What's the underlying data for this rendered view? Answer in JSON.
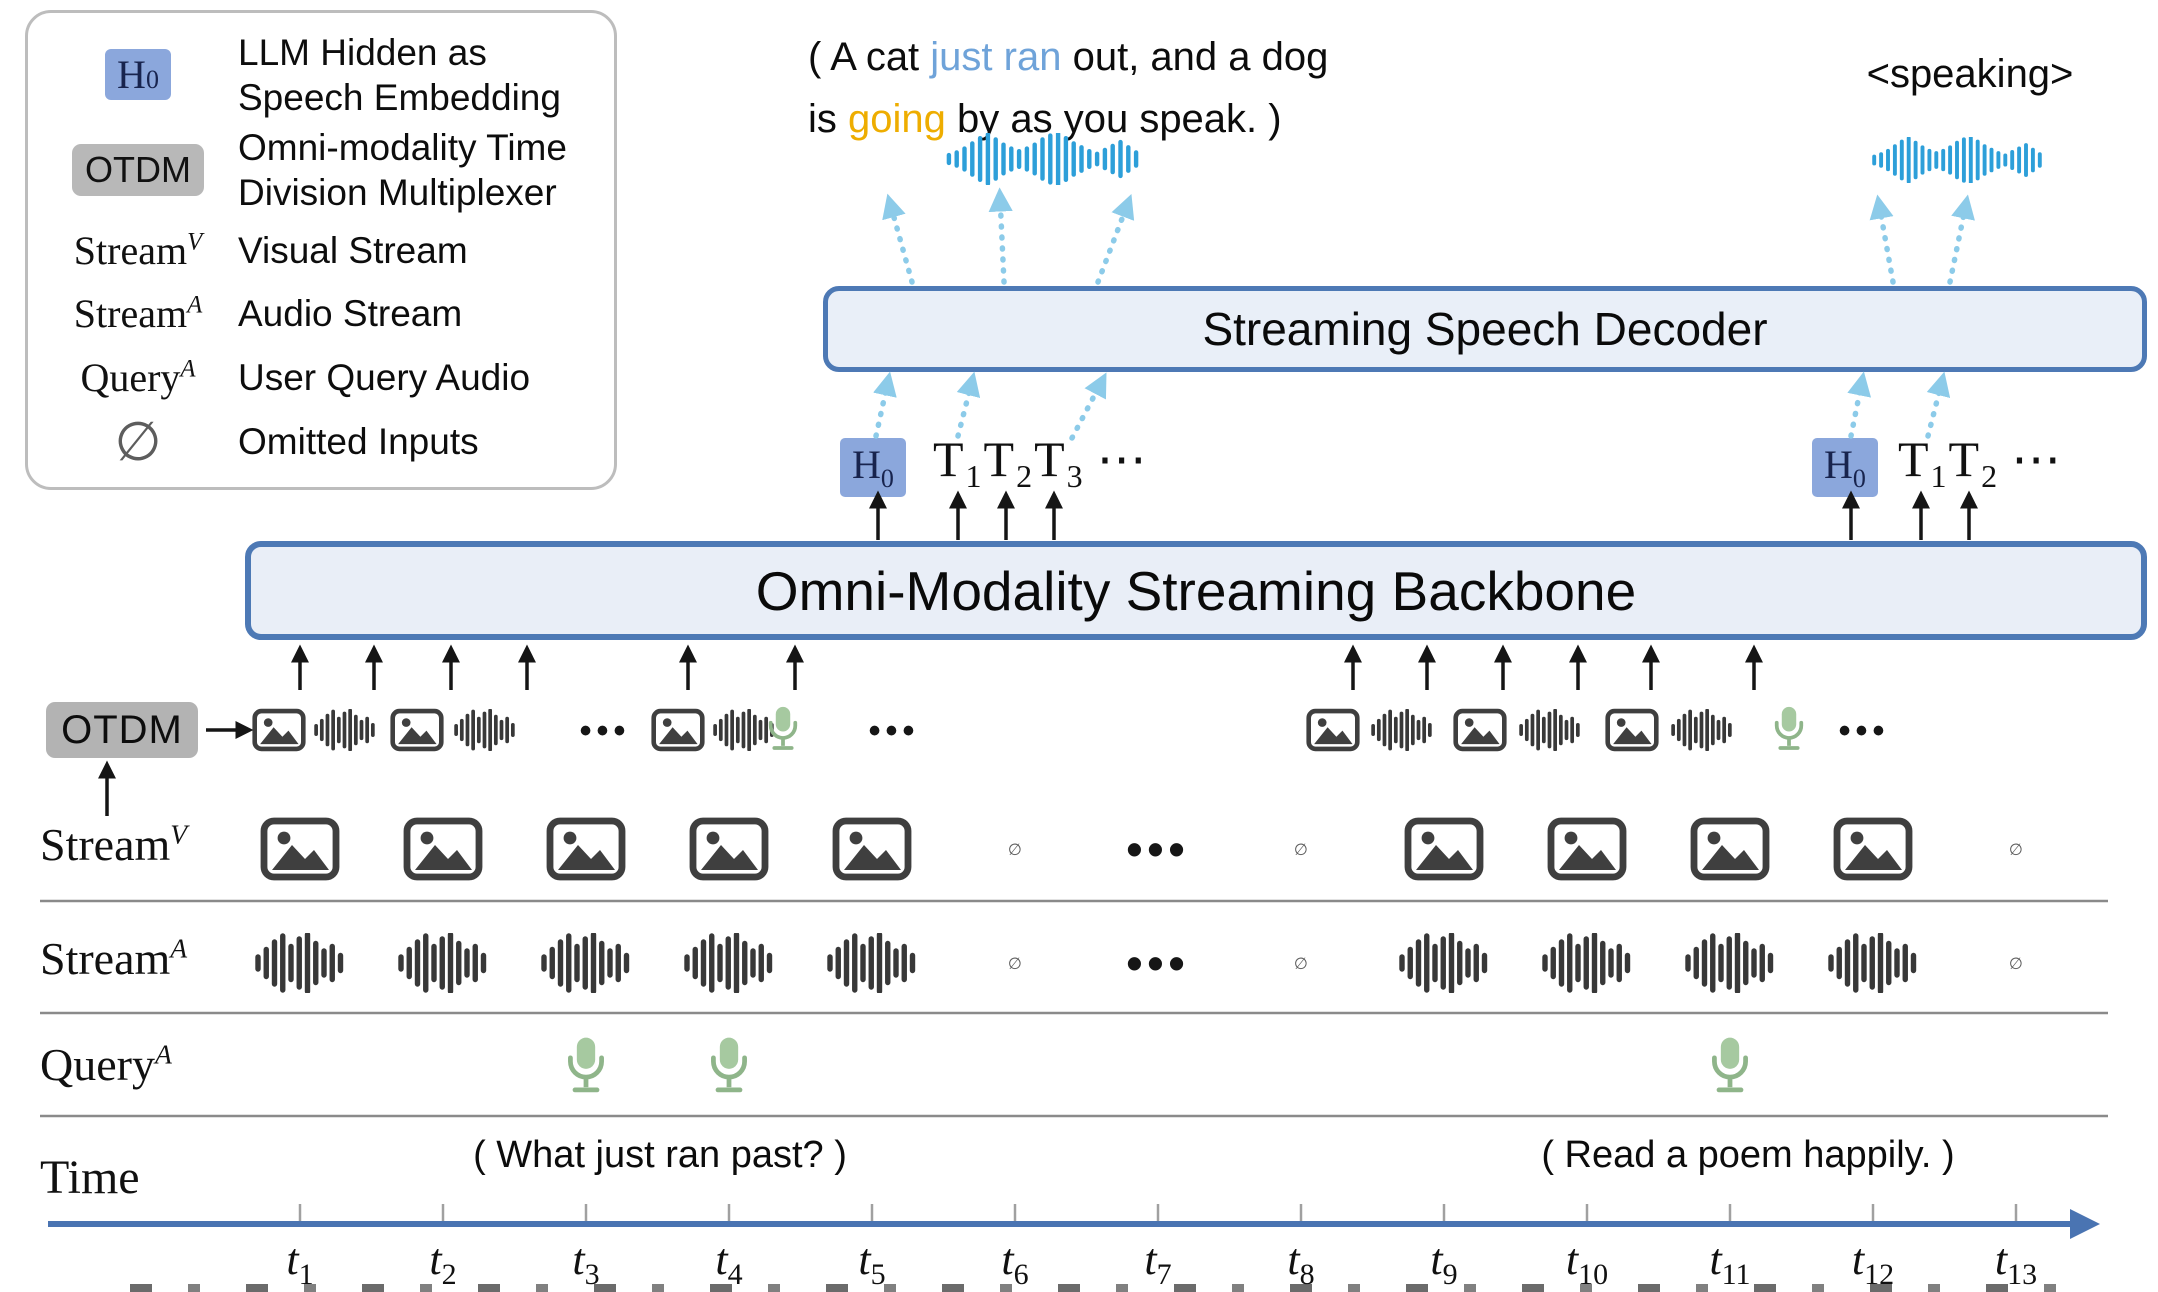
{
  "colors": {
    "box_border_blue": "#4d79b5",
    "box_fill_light": "#e9eef7",
    "h0_chip_bg": "#8ba7dc",
    "otdm_chip_bg": "#b3b3b3",
    "speech_waveform_blue": "#2d9fd9",
    "dashed_arrow_blue": "#8ccbe9",
    "mic_green": "#a6c9a0",
    "highlight_blue_text": "#6fa3d9",
    "highlight_gold_text": "#eead00",
    "timeline_blue": "#4a74b2"
  },
  "legend": {
    "h0": {
      "base": "H",
      "sub": "0",
      "line1": "LLM Hidden as",
      "line2": "Speech Embedding"
    },
    "otdm": {
      "label": "OTDM",
      "line1": "Omni-modality Time",
      "line2": "Division Multiplexer"
    },
    "stream_v": {
      "base": "Stream",
      "sup": "V",
      "desc": "Visual Stream"
    },
    "stream_a": {
      "base": "Stream",
      "sup": "A",
      "desc": "Audio Stream"
    },
    "query_a": {
      "base": "Query",
      "sup": "A",
      "desc": "User Query Audio"
    },
    "omitted": {
      "glyph": "∅",
      "desc": "Omitted Inputs"
    }
  },
  "speech_output_left": {
    "line1": {
      "p1": "( A cat ",
      "p2": "just ran",
      "p3": " out, and a dog"
    },
    "line2": {
      "p1": "is ",
      "p2": "going",
      "p3": " by as you speak. )"
    }
  },
  "speech_output_right": {
    "label": "<speaking>"
  },
  "decoder": {
    "title": "Streaming Speech Decoder"
  },
  "backbone": {
    "title": "Omni-Modality Streaming Backbone"
  },
  "outputs_left": {
    "h0_base": "H",
    "h0_sub": "0",
    "t1_base": "T",
    "t1_sub": "1",
    "t2_base": "T",
    "t2_sub": "2",
    "t3_base": "T",
    "t3_sub": "3",
    "ellipsis": "⋯"
  },
  "outputs_right": {
    "h0_base": "H",
    "h0_sub": "0",
    "t1_base": "T",
    "t1_sub": "1",
    "t2_base": "T",
    "t2_sub": "2",
    "ellipsis": "⋯"
  },
  "otdm": {
    "label": "OTDM"
  },
  "glyphs": {
    "omitted": "∅",
    "dots": "•••"
  },
  "otdm_sequence": {
    "left": [
      "image",
      "audio",
      "image",
      "audio",
      "dots",
      "image",
      "audio",
      "mic",
      "dots"
    ],
    "right": [
      "image",
      "audio",
      "image",
      "audio",
      "image",
      "audio",
      "mic",
      "dots"
    ]
  },
  "rows": {
    "stream_v": {
      "label_base": "Stream",
      "label_sup": "V",
      "cells": [
        "image",
        "image",
        "image",
        "image",
        "image",
        "omitted",
        "dots",
        "omitted",
        "image",
        "image",
        "image",
        "image",
        "omitted"
      ]
    },
    "stream_a": {
      "label_base": "Stream",
      "label_sup": "A",
      "cells": [
        "audio",
        "audio",
        "audio",
        "audio",
        "audio",
        "omitted",
        "dots",
        "omitted",
        "audio",
        "audio",
        "audio",
        "audio",
        "omitted"
      ]
    },
    "query_a": {
      "label_base": "Query",
      "label_sup": "A",
      "mic_time_slots": [
        3,
        4,
        11
      ]
    }
  },
  "queries": {
    "left": "( What just ran past? )",
    "right": "( Read a poem happily. )"
  },
  "time_axis": {
    "label": "Time",
    "tick_base": "t",
    "tick_subs": [
      "1",
      "2",
      "3",
      "4",
      "5",
      "6",
      "7",
      "8",
      "9",
      "10",
      "11",
      "12",
      "13"
    ]
  },
  "icons": {
    "image-icon": "picture-frame-with-mountain",
    "audio-waveform-icon": "dark vertical-bars waveform",
    "speech-waveform-icon": "blue vertical-bars waveform",
    "mic-icon": "green microphone",
    "omitted-icon": "slashed circle ∅"
  }
}
